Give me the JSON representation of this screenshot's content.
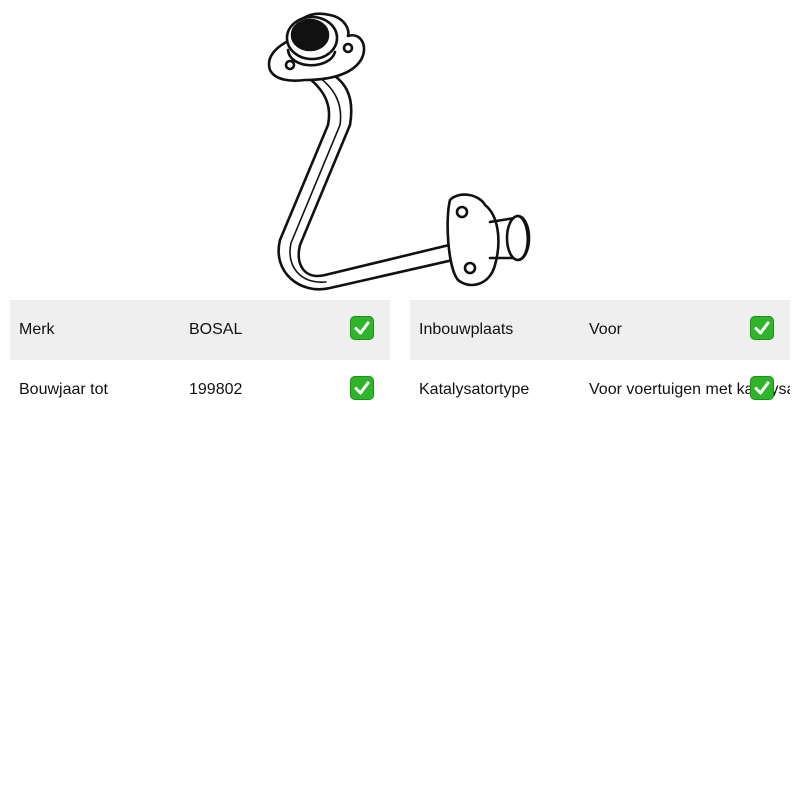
{
  "product": {
    "image_icon": "exhaust-pipe-icon"
  },
  "specs_left": [
    {
      "label": "Merk",
      "value": "BOSAL",
      "check_icon": "check-mark-icon"
    },
    {
      "label": "Bouwjaar tot",
      "value": "199802",
      "check_icon": "check-mark-icon"
    }
  ],
  "specs_right": [
    {
      "label": "Inbouwplaats",
      "value": "Voor",
      "check_icon": "check-mark-icon"
    },
    {
      "label": "Katalysatortype",
      "value": "Voor voertuigen met katalysator",
      "check_icon": "check-mark-icon"
    }
  ],
  "colors": {
    "row_shade": "#efefef",
    "check_green": "#2fb52a"
  }
}
